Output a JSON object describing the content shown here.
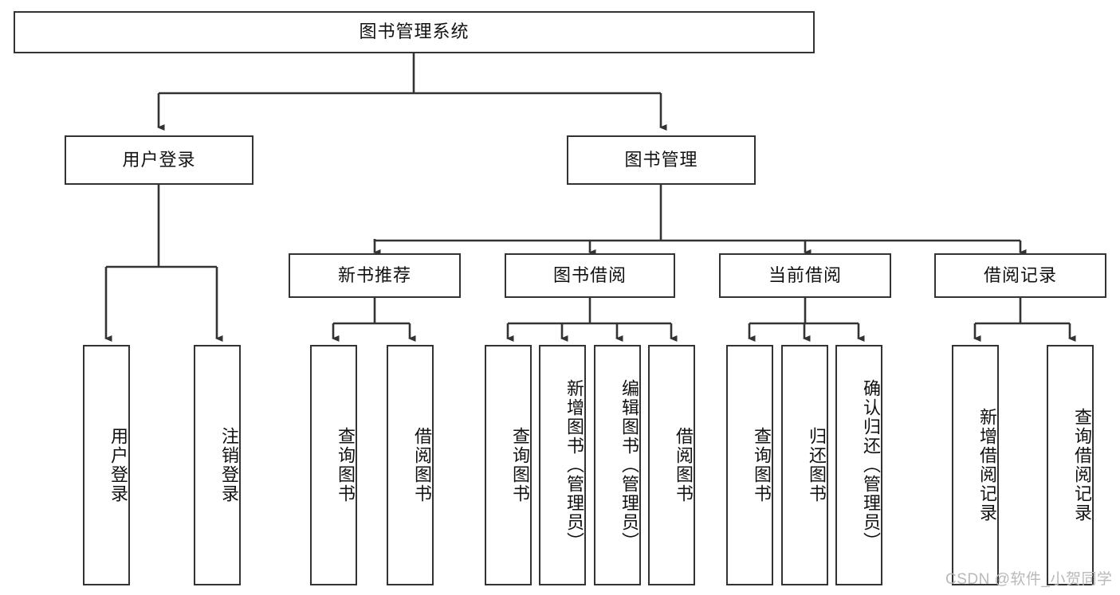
{
  "diagram": {
    "title": "图书管理系统",
    "type": "tree-hierarchy",
    "watermark": "CSDN @软件_小贺同学",
    "colors": {
      "background": "#ffffff",
      "box_border": "#333333",
      "box_fill": "#ffffff",
      "connector": "#333333",
      "text": "#111111",
      "watermark": "#b9b9b9"
    },
    "levels": {
      "root": {
        "label": "图书管理系统"
      },
      "level2": [
        {
          "label": "用户登录"
        },
        {
          "label": "图书管理"
        }
      ],
      "level3": [
        {
          "label": "新书推荐"
        },
        {
          "label": "图书借阅"
        },
        {
          "label": "当前借阅"
        },
        {
          "label": "借阅记录"
        }
      ]
    },
    "leaves": {
      "user_login": [
        {
          "label": "用户登录"
        },
        {
          "label": "注销登录"
        }
      ],
      "new_book_recommend": [
        {
          "label": "查询图书"
        },
        {
          "label": "借阅图书"
        }
      ],
      "book_borrow": [
        {
          "label": "查询图书"
        },
        {
          "label": "新增图书（管理员）"
        },
        {
          "label": "编辑图书（管理员）"
        },
        {
          "label": "借阅图书"
        }
      ],
      "current_borrow": [
        {
          "label": "查询图书"
        },
        {
          "label": "归还图书"
        },
        {
          "label": "确认归还（管理员）"
        }
      ],
      "borrow_record": [
        {
          "label": "新增借阅记录"
        },
        {
          "label": "查询借阅记录"
        }
      ]
    }
  }
}
